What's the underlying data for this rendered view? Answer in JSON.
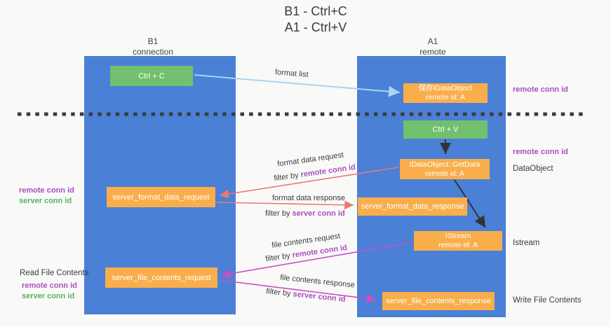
{
  "title": {
    "line1": "B1 - Ctrl+C",
    "line2": "A1 - Ctrl+V"
  },
  "lifelines": {
    "left": {
      "name": "B1",
      "role": "connection"
    },
    "right": {
      "name": "A1",
      "role": "remote"
    }
  },
  "nodes": {
    "ctrl_c": {
      "label": "Ctrl + C"
    },
    "save_dataobject": {
      "line1": "保存IDataObject",
      "line2": "remote id: A"
    },
    "ctrl_v": {
      "label": "Ctrl + V"
    },
    "getdata": {
      "line1": "IDataObject::GetData",
      "line2": "remote id: A"
    },
    "format_request": {
      "label": "server_format_data_request"
    },
    "format_response": {
      "label": "server_format_data_response"
    },
    "istream": {
      "line1": "IStream",
      "line2": "remote id: A"
    },
    "file_request": {
      "label": "server_file_contents_request"
    },
    "file_response": {
      "label": "server_file_contents_response"
    }
  },
  "arrow_labels": {
    "format_list": "format list",
    "format_data_request": "format data request",
    "filter_remote_1": {
      "prefix": "filter by ",
      "id": "remote conn id"
    },
    "format_data_response": "format data response",
    "filter_server_1": {
      "prefix": "filter by ",
      "id": "server conn id"
    },
    "file_contents_request": "file contents request",
    "filter_remote_2": {
      "prefix": "filter by ",
      "id": "remote conn id"
    },
    "file_contents_response": "file contents response",
    "filter_server_2": {
      "prefix": "filter by ",
      "id": "server conn id"
    }
  },
  "side_labels": {
    "right": {
      "remote_conn_id_top": "remote conn id",
      "remote_conn_id_mid": "remote conn id",
      "dataobject": "DataObject",
      "istream": "Istream",
      "write_file": "Write File Contents"
    },
    "left": {
      "remote_conn_id_1": "remote conn id",
      "server_conn_id_1": "server conn id",
      "read_file": "Read File Contents",
      "remote_conn_id_2": "remote conn id",
      "server_conn_id_2": "server conn id"
    }
  },
  "colors": {
    "lifeline_blue": "#4a80d6",
    "node_green": "#72c06e",
    "node_orange": "#f9ae4b",
    "accent_purple": "#a94fc0",
    "accent_green": "#58b25f",
    "arrow_lightblue": "#a9d3f1",
    "arrow_salmon": "#e87a72",
    "arrow_magenta": "#cb4ec4",
    "arrow_black": "#333333"
  }
}
